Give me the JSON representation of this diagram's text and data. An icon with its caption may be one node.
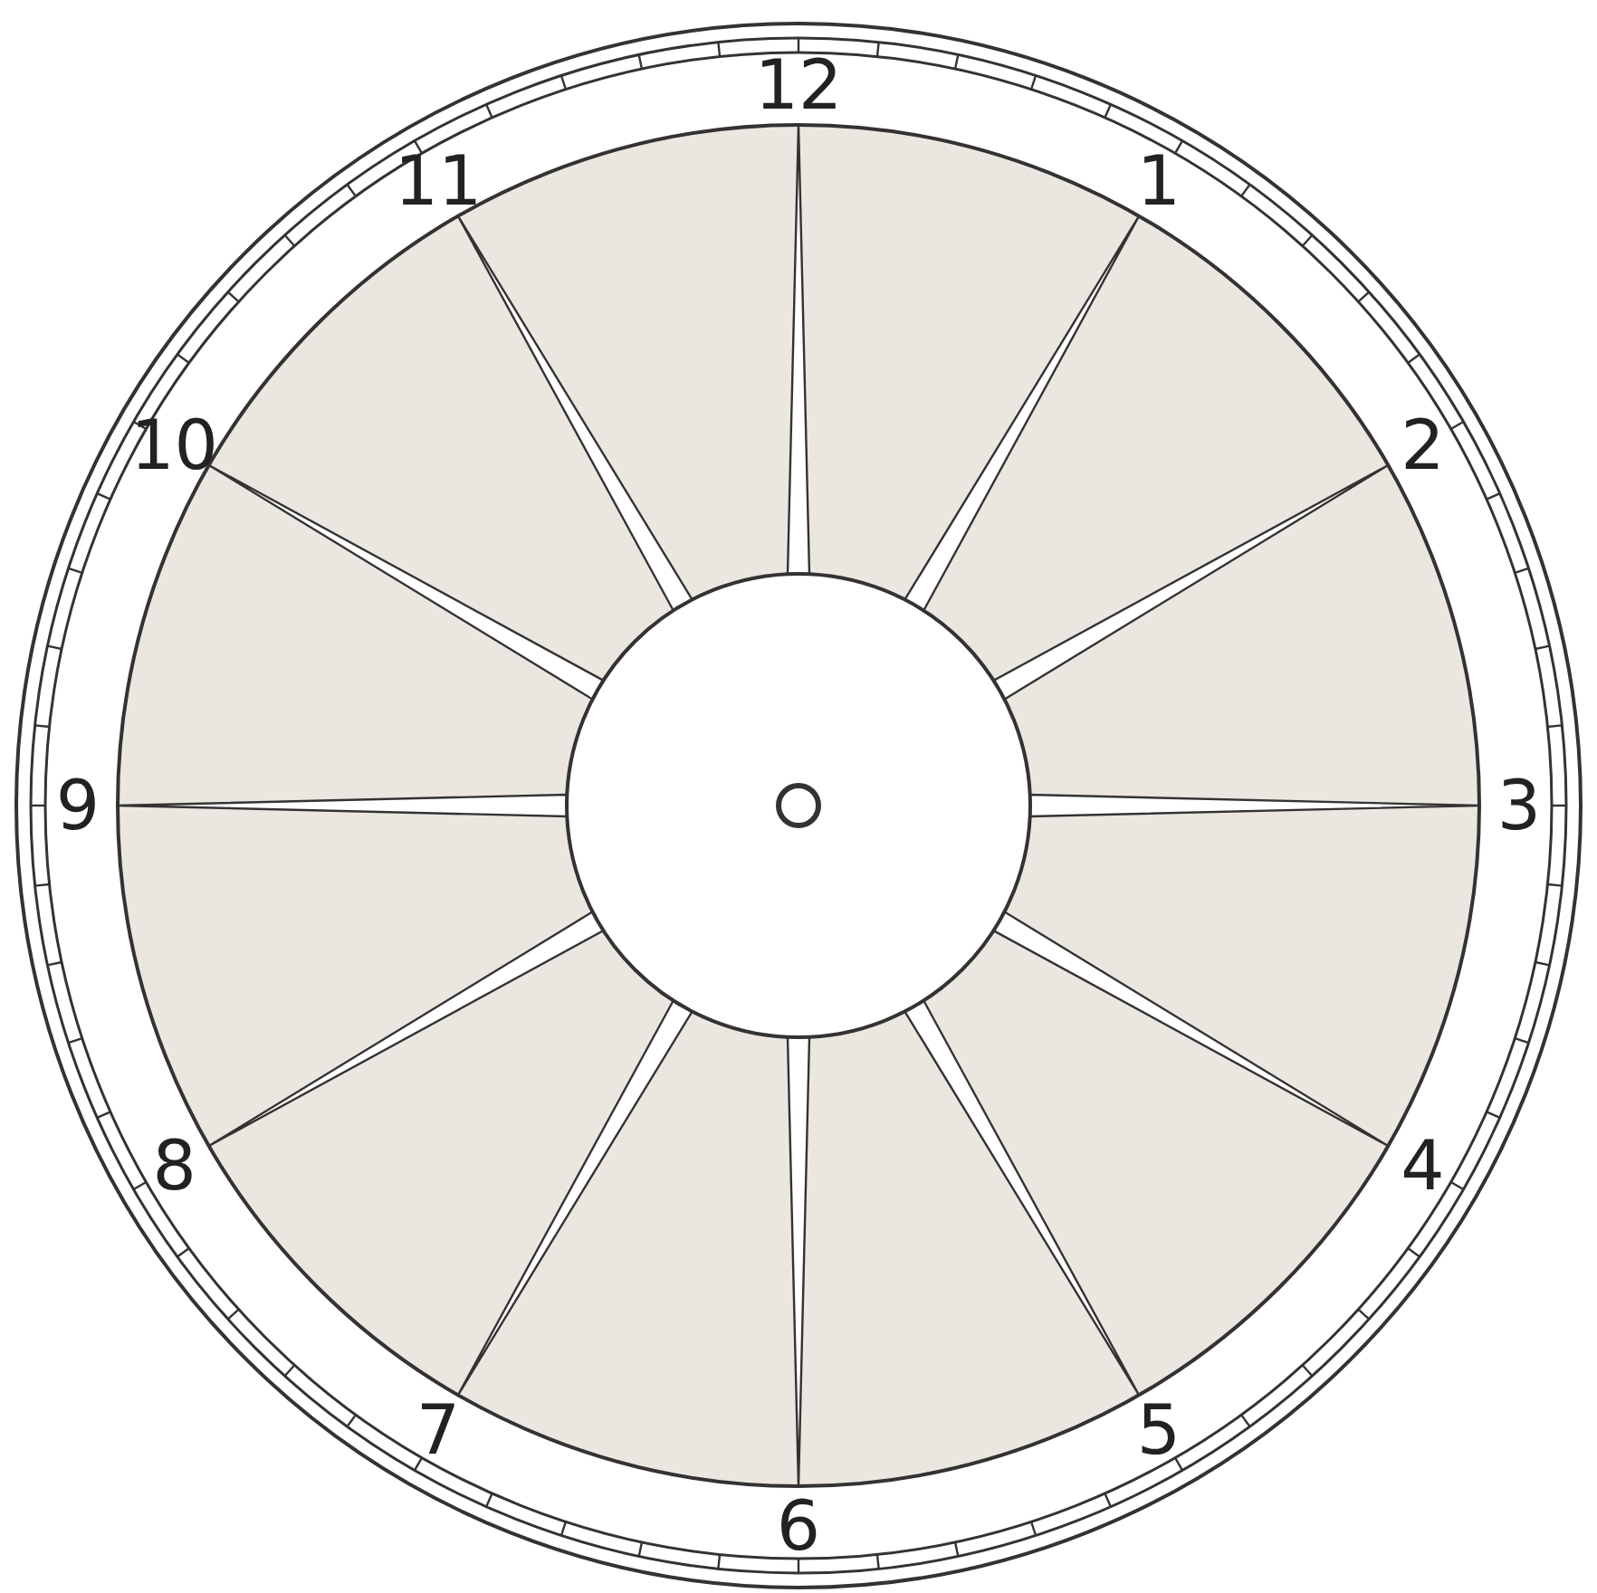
{
  "diagram": {
    "labels": [
      "12",
      "1",
      "2",
      "3",
      "4",
      "5",
      "6",
      "7",
      "8",
      "9",
      "10",
      "11"
    ]
  }
}
